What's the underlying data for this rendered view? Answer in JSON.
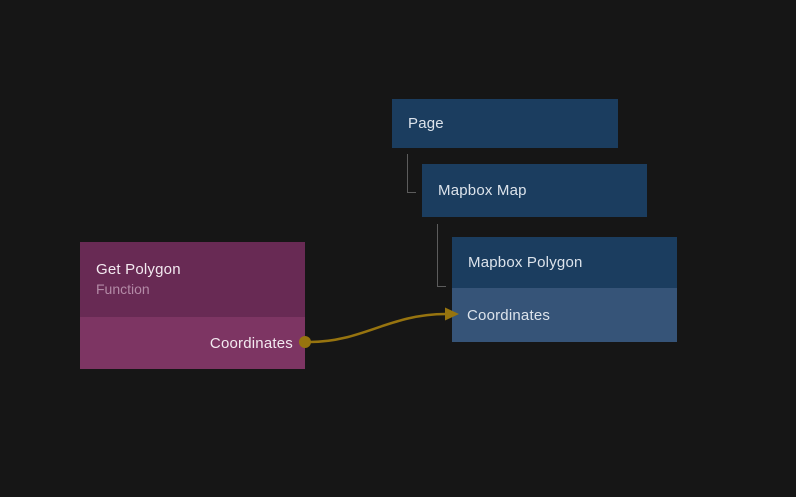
{
  "colors": {
    "background": "#161616",
    "node_blue": "#1b3d5f",
    "node_blue_port_row": "#365478",
    "node_magenta_header": "#682a54",
    "node_magenta_body": "#7d3563",
    "connection": "#97740f",
    "tree_line": "#5c5c5c",
    "text_blue_node": "#dce3eb",
    "text_magenta_title": "#f3e9f0",
    "text_magenta_subtitle": "#b38aa6"
  },
  "hierarchy": {
    "nodes": [
      {
        "label": "Page"
      },
      {
        "label": "Mapbox Map"
      },
      {
        "label": "Mapbox Polygon",
        "input_port": "Coordinates"
      }
    ]
  },
  "function_node": {
    "title": "Get Polygon",
    "subtitle": "Function",
    "output_port": "Coordinates"
  },
  "connection": {
    "from_node": "Get Polygon",
    "from_port": "Coordinates",
    "to_node": "Mapbox Polygon",
    "to_port": "Coordinates"
  }
}
